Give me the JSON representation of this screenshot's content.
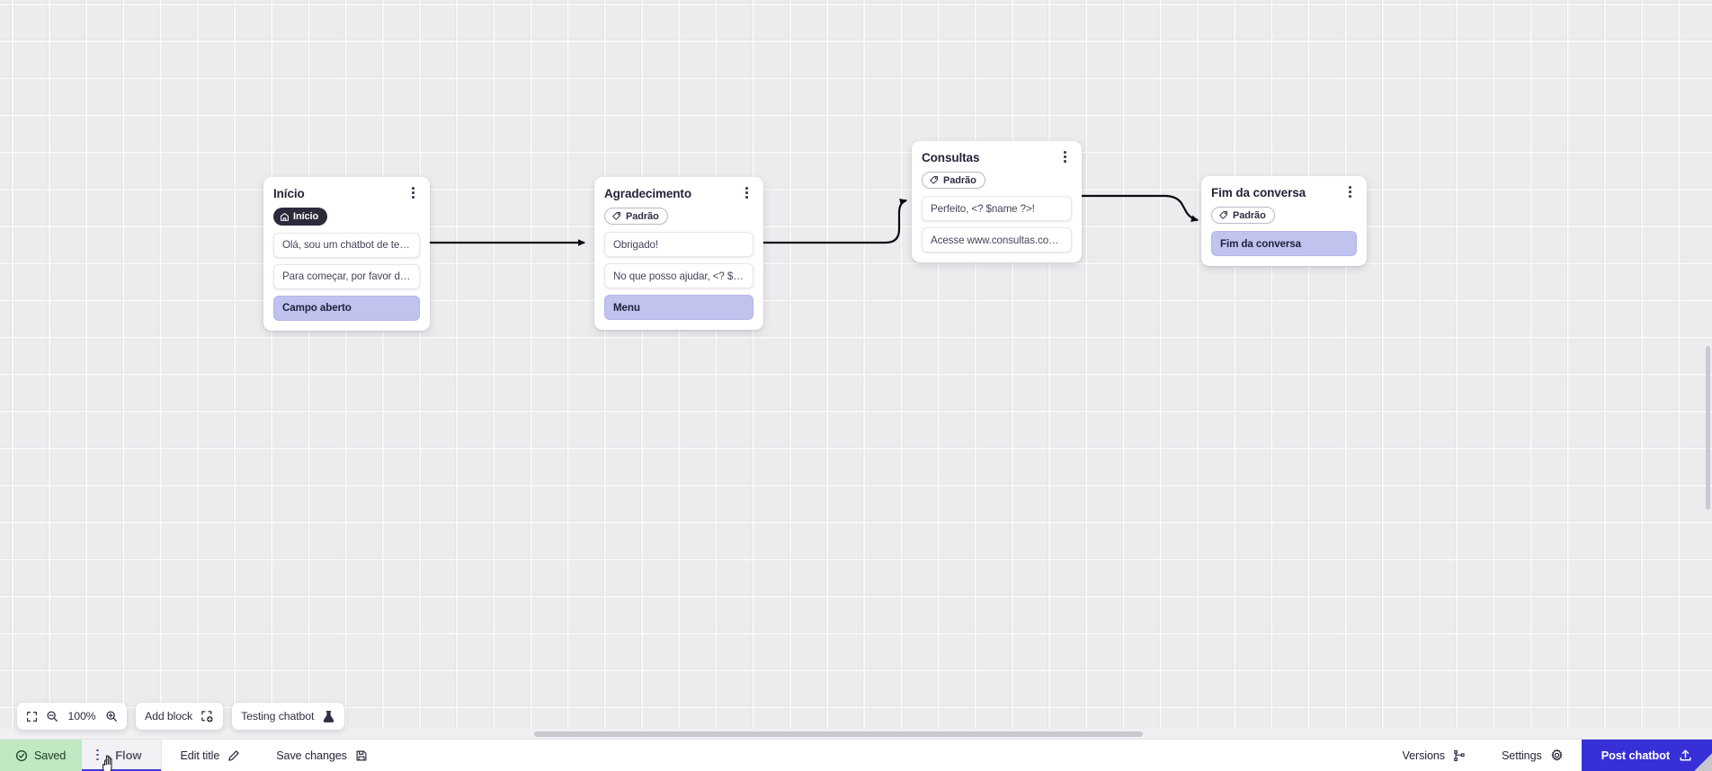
{
  "canvas": {
    "nodes": [
      {
        "id": "inicio",
        "title": "Início",
        "badge": {
          "type": "home",
          "icon": "home-icon",
          "label": "Início"
        },
        "messages": [
          {
            "text": "Olá, sou um chatbot de teste!",
            "kind": "message"
          },
          {
            "text": "Para começar, por favor digite o ...",
            "kind": "message"
          },
          {
            "text": "Campo aberto",
            "kind": "action"
          }
        ]
      },
      {
        "id": "agradecimento",
        "title": "Agradecimento",
        "badge": {
          "type": "default",
          "icon": "tag-icon",
          "label": "Padrão"
        },
        "messages": [
          {
            "text": "Obrigado!",
            "kind": "message"
          },
          {
            "text": "No que posso ajudar, <? $name ...",
            "kind": "message"
          },
          {
            "text": "Menu",
            "kind": "action"
          }
        ]
      },
      {
        "id": "consultas",
        "title": "Consultas",
        "badge": {
          "type": "default",
          "icon": "tag-icon",
          "label": "Padrão"
        },
        "messages": [
          {
            "text": "Perfeito, <? $name ?>!",
            "kind": "message"
          },
          {
            "text": "Acesse www.consultas.com par...",
            "kind": "message"
          }
        ]
      },
      {
        "id": "fim",
        "title": "Fim da conversa",
        "badge": {
          "type": "default",
          "icon": "tag-icon",
          "label": "Padrão"
        },
        "messages": [
          {
            "text": "Fim da conversa",
            "kind": "action"
          }
        ]
      }
    ]
  },
  "toolbar": {
    "fit_icon": "fit-screen-icon",
    "zoom_out_icon": "zoom-out-icon",
    "zoom_level": "100%",
    "zoom_in_icon": "zoom-in-icon",
    "add_block_label": "Add block",
    "add_block_icon": "add-block-icon",
    "testing_label": "Testing chatbot",
    "testing_icon": "flask-icon"
  },
  "bottom_bar": {
    "saved_label": "Saved",
    "saved_icon": "check-circle-icon",
    "flow_tab_label": "Flow",
    "flow_tab_kebab_icon": "kebab-menu-icon",
    "edit_title_label": "Edit title",
    "edit_title_icon": "pencil-icon",
    "save_changes_label": "Save changes",
    "save_changes_icon": "floppy-disk-icon",
    "versions_label": "Versions",
    "versions_icon": "branch-icon",
    "settings_label": "Settings",
    "settings_icon": "gear-icon",
    "post_label": "Post chatbot",
    "post_icon": "upload-icon"
  },
  "colors": {
    "accent": "#3730d6",
    "saved_bg": "#bfe8c3",
    "action_bg": "#bfc3ee",
    "badge_home_bg": "#2b2b3c",
    "canvas_bg": "#ecebee"
  }
}
